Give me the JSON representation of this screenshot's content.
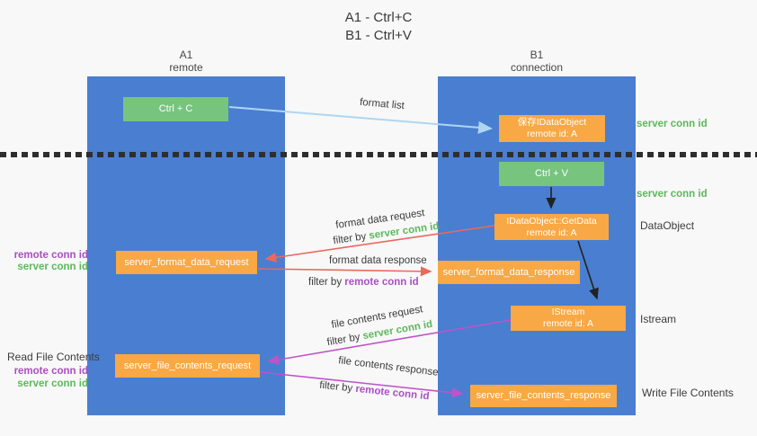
{
  "title": {
    "line1": "A1 - Ctrl+C",
    "line2": "B1 - Ctrl+V"
  },
  "lanes": {
    "a1": {
      "name": "A1",
      "role": "remote"
    },
    "b1": {
      "name": "B1",
      "role": "connection"
    }
  },
  "boxes": {
    "ctrl_c": {
      "label": "Ctrl + C"
    },
    "save_idataobject": {
      "line1": "保存IDataObject",
      "line2": "remote id: A"
    },
    "ctrl_v": {
      "label": "Ctrl + V"
    },
    "getdata": {
      "line1": "IDataObject::GetData",
      "line2": "remote id: A"
    },
    "format_request": {
      "label": "server_format_data_request"
    },
    "format_response": {
      "label": "server_format_data_response"
    },
    "istream": {
      "line1": "IStream",
      "line2": "remote id: A"
    },
    "file_request": {
      "label": "server_file_contents_request"
    },
    "file_response": {
      "label": "server_file_contents_response"
    }
  },
  "arrows": {
    "format_list": "format list",
    "format_data_request": "format data request",
    "format_data_response": "format data response",
    "file_contents_request": "file contents request",
    "file_contents_response": "file contents response",
    "filter_by": "filter by",
    "server_conn_id": "server conn id",
    "remote_conn_id": "remote conn id"
  },
  "annotations": {
    "server_conn_id_top": "server conn id",
    "server_conn_id_mid": "server conn id",
    "dataobject": "DataObject",
    "istream": "Istream",
    "write_file_contents": "Write File Contents",
    "read_file_contents": "Read File Contents",
    "remote_conn_id_1": "remote conn id",
    "server_conn_id_1": "server conn id",
    "remote_conn_id_2": "remote conn id",
    "server_conn_id_2": "server conn id"
  },
  "colors": {
    "lane_blue": "#4a7ed1",
    "box_green": "#77c47e",
    "box_orange": "#f8a844",
    "text_green": "#5cb85c",
    "text_purple": "#a94fc4",
    "arrow_red": "#e8695e",
    "arrow_magenta": "#bf53c9",
    "arrow_lightblue": "#aed6f1",
    "arrow_black": "#222222"
  }
}
